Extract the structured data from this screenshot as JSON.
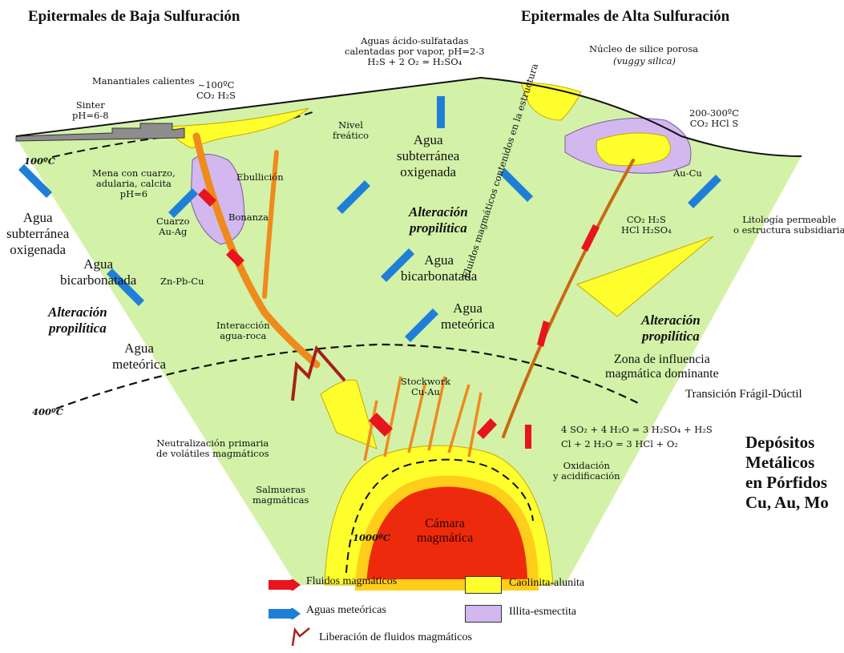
{
  "titles": {
    "left": "Epitermales de Baja Sulfuración",
    "right": "Epitermales de Alta Sulfuración"
  },
  "labels": {
    "aguas_acido": "Aguas ácido-sulfatadas\ncalentadas por vapor, pH=2-3\nH₂S + 2 O₂ = H₂SO₄",
    "manantiales": "Manantiales calientes",
    "temp_100_co2": "~100ºC\nCO₂ H₂S",
    "sinter": "Sinter\npH=6-8",
    "nivel_freatico": "Nivel\nfreático",
    "temp_100": "100ºC",
    "mena": "Mena con cuarzo,\nadularia, calcita\npH=6",
    "ebullicion": "Ebullición",
    "bonanza": "Bonanza",
    "agua_sub_left": "Agua\nsubterránea\noxigenada",
    "cuarzo": "Cuarzo\nAu-Ag",
    "agua_bicarb_left": "Agua\nbicarbonatada",
    "znpbcu": "Zn-Pb-Cu",
    "alteracion_left": "Alteración\npropilítica",
    "interaccion": "Interacción\nagua-roca",
    "agua_meteo_left": "Agua\nmeteórica",
    "agua_sub_center": "Agua\nsubterránea\noxigenada",
    "alteracion_center": "Alteración\npropilítica",
    "agua_bicarb_center": "Agua\nbicarbonatada",
    "agua_meteo_center": "Agua\nmeteórica",
    "nucleo": "Núcleo de silice porosa",
    "vuggy": "(vuggy silica)",
    "temp_200": "200-300ºC\nCO₂ HCl S",
    "aucu": "Au-Cu",
    "co2_right": "CO₂ H₂S\nHCl H₂SO₄",
    "litologia": "Litología permeable\no estructura subsidiaria",
    "fluidos_estructura": "Fluidos magmáticos contenidos en la estructura",
    "alteracion_right": "Alteración\npropilítica",
    "zona_influencia": "Zona de influencia\nmagmática dominante",
    "transicion": "Transición Frágil-Dúctil",
    "temp_400": "400ºC",
    "stockwork": "Stockwork\nCu-Au",
    "neutralizacion": "Neutralización primaria\nde volátiles magmáticos",
    "salmueras": "Salmueras\nmagmáticas",
    "temp_1000": "1000ºC",
    "camara": "Cámara\nmagmática",
    "oxidacion": "Oxidación\ny acidificación",
    "eq1": "4 SO₂ + 4 H₂O = 3 H₂SO₄ + H₂S",
    "eq2": "Cl + 2 H₂O = 3 HCl + O₂",
    "depositos": "Depósitos\nMetálicos\nen Pórfidos\nCu, Au, Mo"
  },
  "legend": {
    "fluidos": "Fluidos magmáticos",
    "aguas": "Aguas meteóricas",
    "liberacion": "Liberación de fluidos magmáticos",
    "caolinita": "Caolinita-alunita",
    "illita": "Illita-esmectita"
  },
  "colors": {
    "propylitic": "#d3f2a8",
    "kaolinite": "#ffff2e",
    "illite": "#d2b8ef",
    "magma_core": "#ee2a0c",
    "magma_rim": "#ffce1a",
    "meteoric_arrow": "#1f7fd8",
    "magmatic_arrow": "#e8141e",
    "vein": "#ef8a1c",
    "release_arrow": "#a8201a"
  }
}
